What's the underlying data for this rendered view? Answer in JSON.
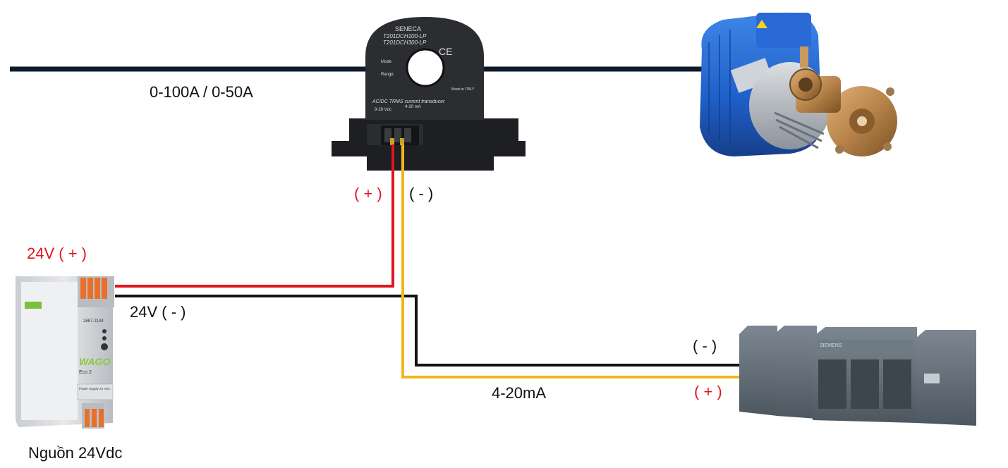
{
  "labels": {
    "current_range": "0-100A / 0-50A",
    "transducer_plus": "( + )",
    "transducer_minus": "( - )",
    "supply_plus": "24V ( + )",
    "supply_minus": "24V ( - )",
    "plc_minus": "( - )",
    "plc_plus": "( + )",
    "signal": "4-20mA",
    "power_supply_caption": "Nguồn 24Vdc"
  },
  "transducer": {
    "brand": "SENECA",
    "model_1": "T201DCH100-LP",
    "model_2": "T201DCH300-LP",
    "desc": "AC/DC TRMS current transducer",
    "supply": "9-28 Vdc",
    "output": "4-20 mA",
    "mode": "Mode",
    "range": "Range",
    "made_in": "Made in ITALY"
  },
  "power_supply": {
    "brand": "WAGO",
    "part": "2687-2144",
    "series": "Eco 2",
    "label": "Power Supply 24 VDC"
  },
  "plc": {
    "brand": "SIEMENS"
  },
  "colors": {
    "wire_red": "#e0141e",
    "wire_black": "#111111",
    "wire_yellow": "#f2b51c",
    "motor_blue": "#1f5fc8",
    "brass": "#b8844a",
    "plc_gray": "#5f6b76"
  }
}
